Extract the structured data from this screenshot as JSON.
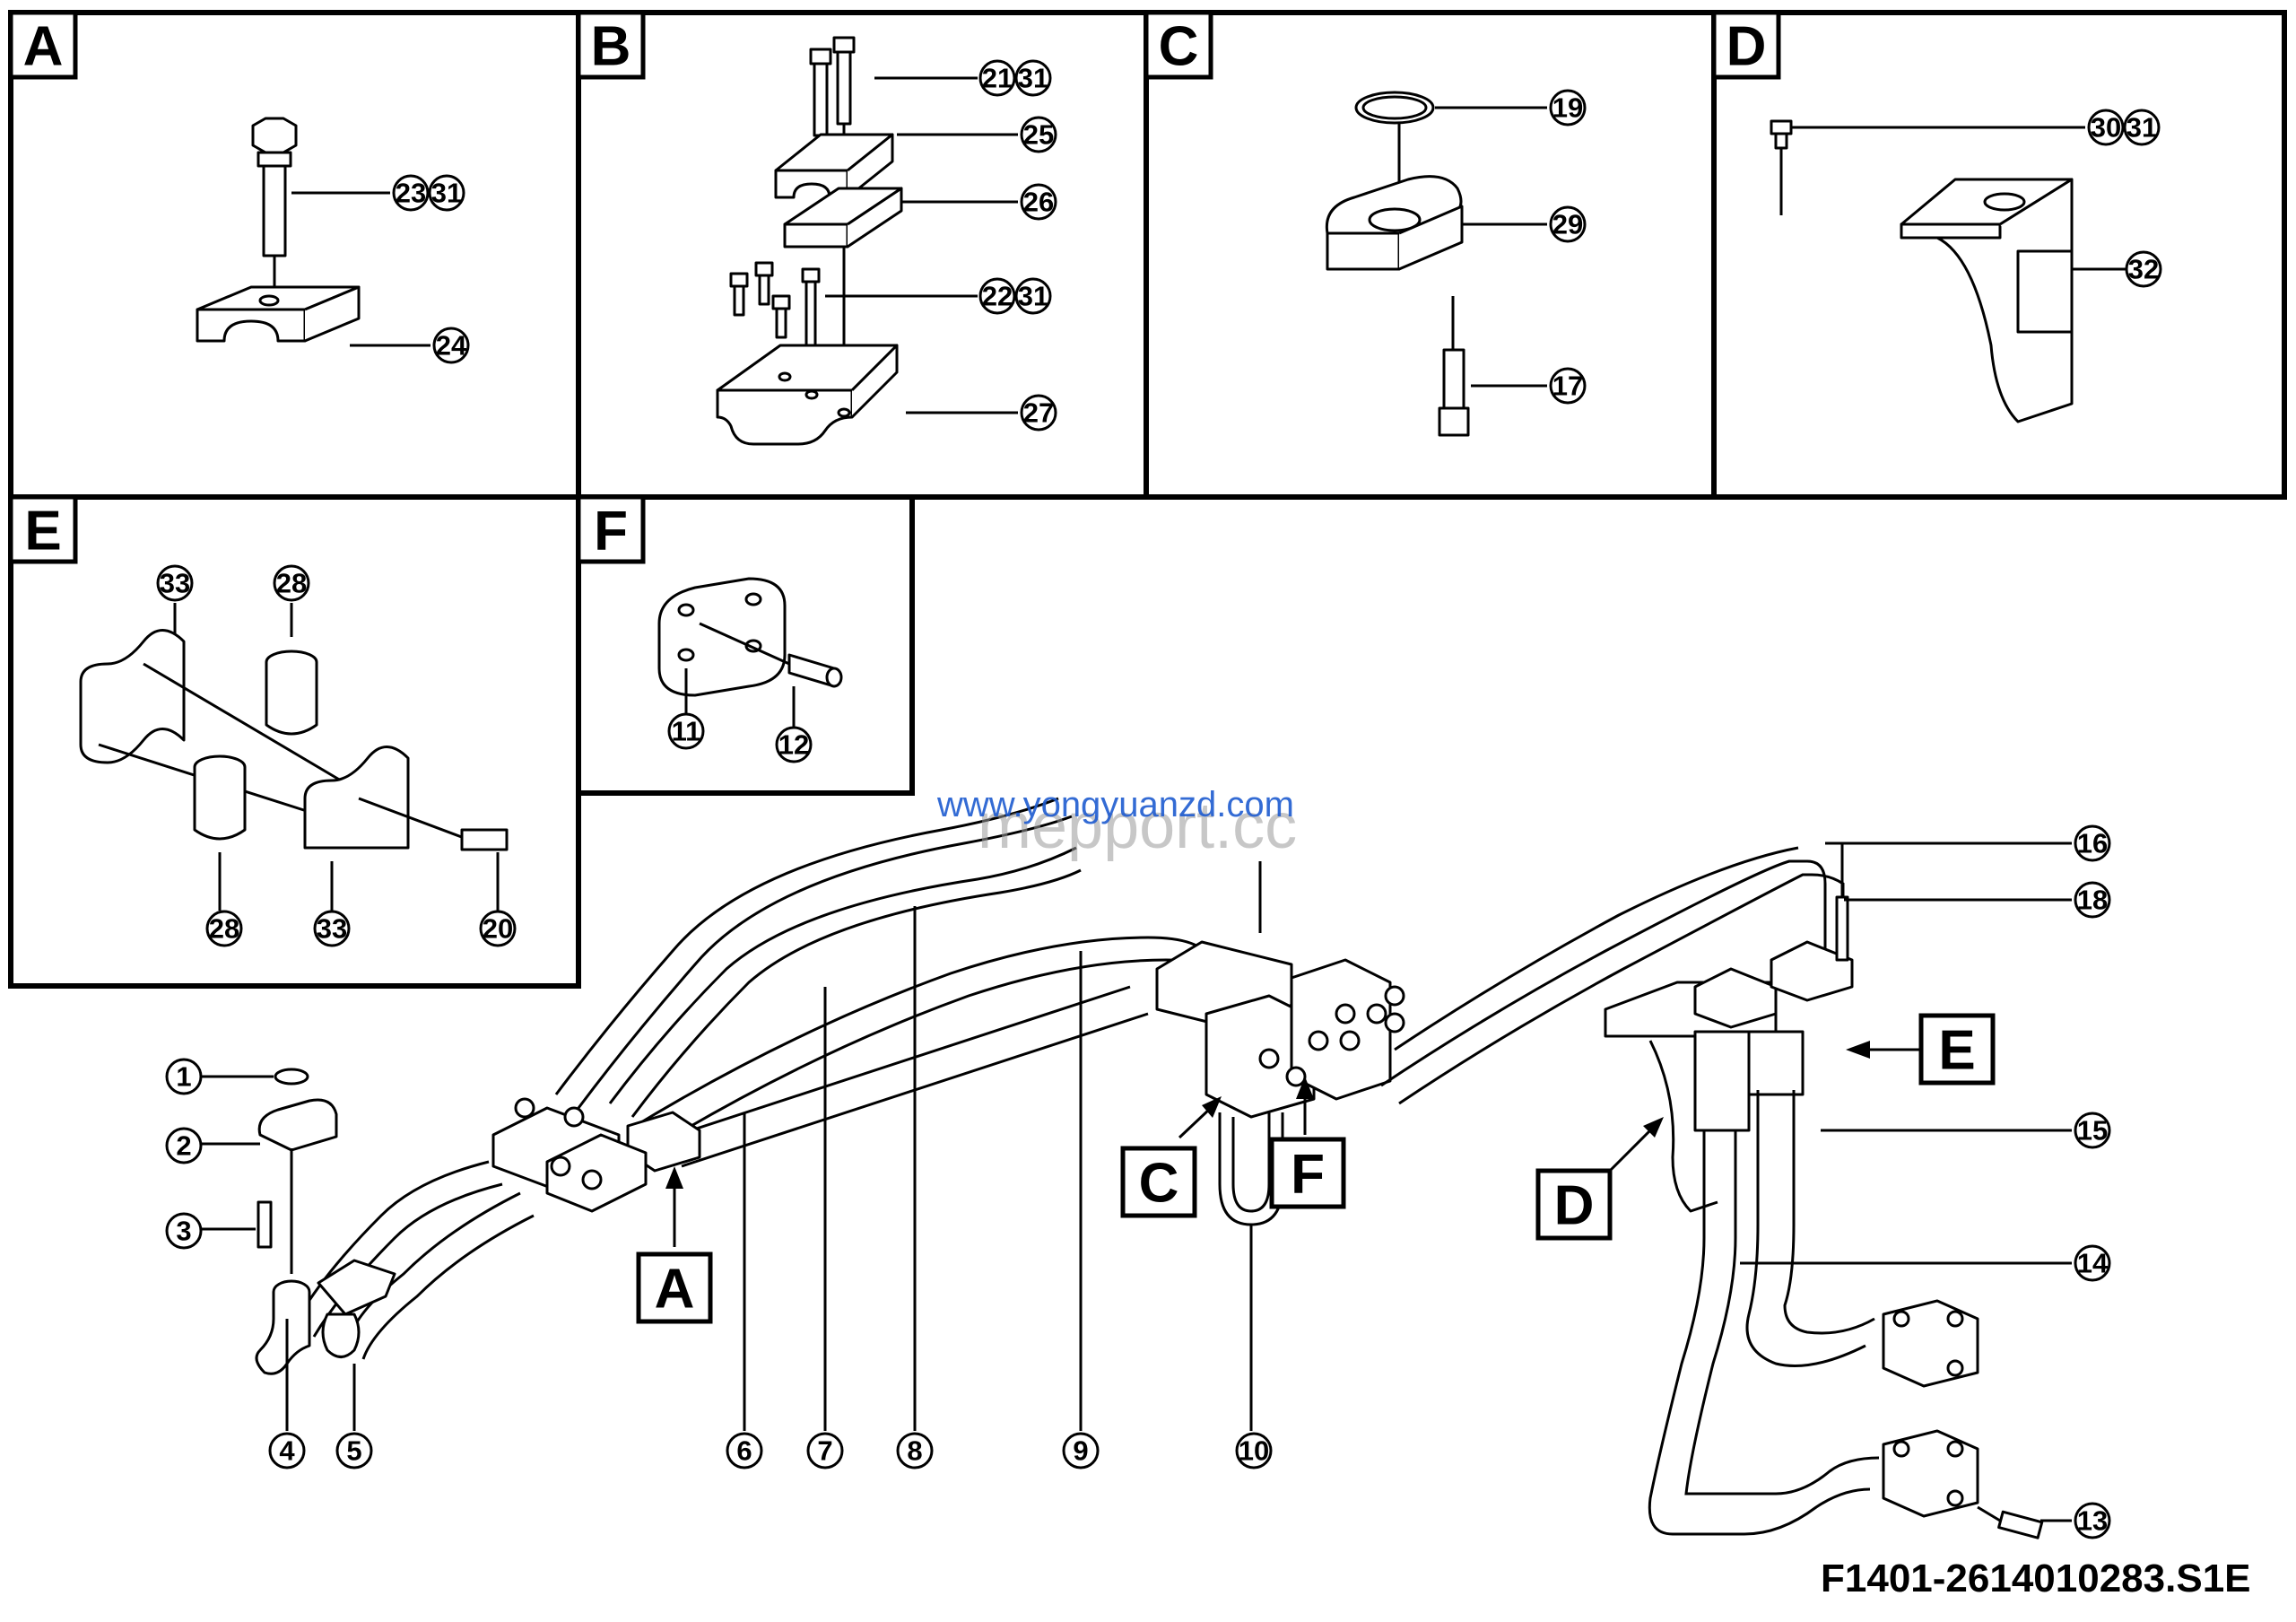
{
  "figure_ref": "F1401-2614010283.S1E",
  "watermarks": [
    "www.yongyuanzd.com",
    "mepport.cc"
  ],
  "panels": [
    "A",
    "B",
    "C",
    "D",
    "E",
    "F"
  ],
  "detail_labels": [
    "A",
    "C",
    "F",
    "D",
    "E"
  ],
  "callouts": {
    "A1": "23",
    "A2": "31",
    "A3": "24",
    "B1": "21",
    "B2": "31",
    "B3": "25",
    "B4": "26",
    "B5": "22",
    "B6": "31",
    "B7": "27",
    "C1": "19",
    "C2": "29",
    "C3": "17",
    "D1": "30",
    "D2": "31",
    "D3": "32",
    "E1": "33",
    "E2": "28",
    "E3": "28",
    "E4": "33",
    "E5": "20",
    "F1": "11",
    "F2": "12",
    "M1": "1",
    "M2": "2",
    "M3": "3",
    "M4": "4",
    "M5": "5",
    "M6": "6",
    "M7": "7",
    "M8": "8",
    "M9": "9",
    "M10": "10",
    "M13": "13",
    "M14": "14",
    "M15": "15",
    "M16": "16",
    "M18": "18"
  }
}
